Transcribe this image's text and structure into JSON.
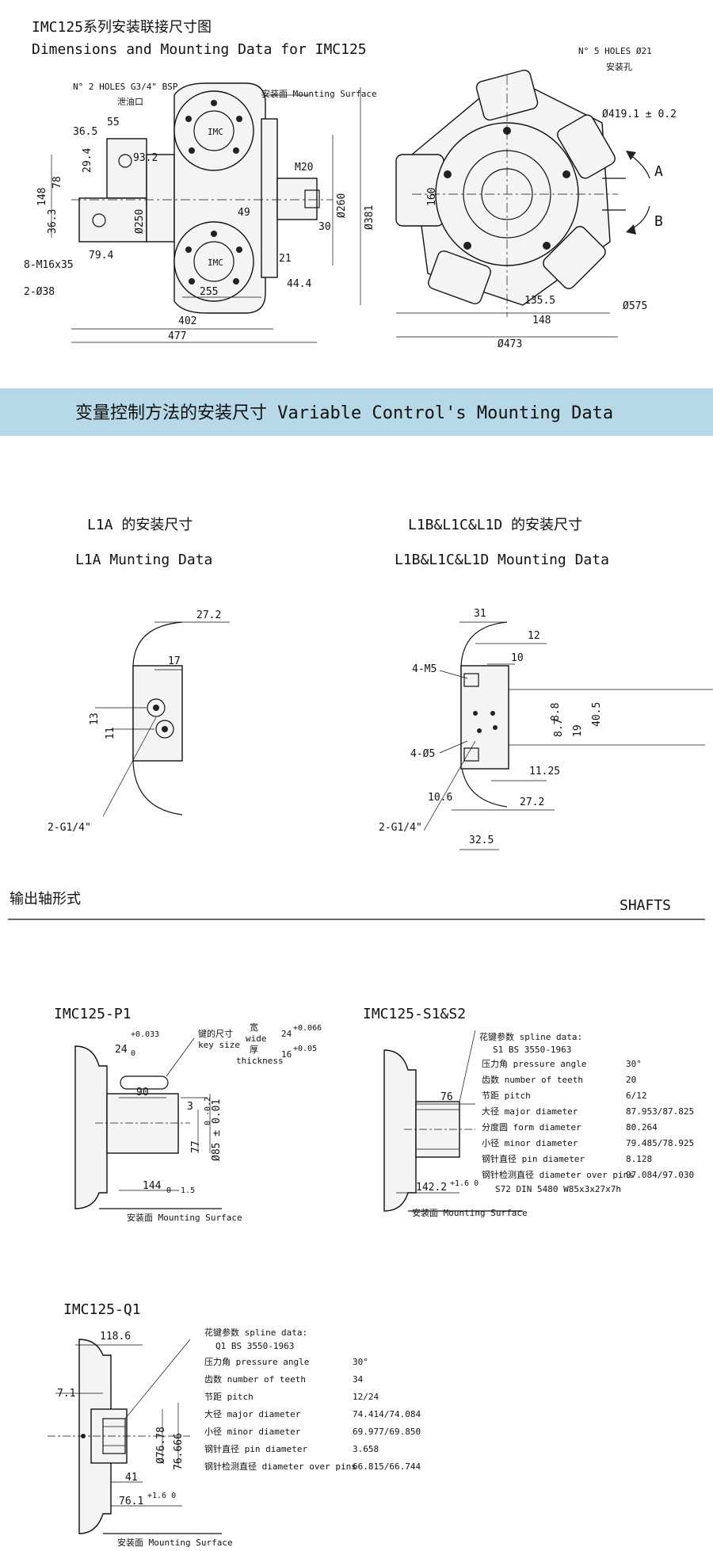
{
  "header": {
    "title_cn": "IMC125系列安装联接尺寸图",
    "title_en": "Dimensions and Mounting Data for IMC125"
  },
  "main_drawing": {
    "port_label": "N° 2  HOLES G3/4\" BSP",
    "port_cn": "泄油口",
    "mounting_surface": "安装面 Mounting Surface",
    "holes_label": "N° 5 HOLES Ø21",
    "holes_cn": "安装孔",
    "dims": {
      "d55": "55",
      "d365": "36.5",
      "d932": "93.2",
      "d148": "148",
      "d78": "78",
      "d294": "29.4",
      "d363": "36.3",
      "d250": "Ø250",
      "d794": "79.4",
      "m16": "8-M16x35",
      "d38": "2-Ø38",
      "m20": "M20",
      "d49": "49",
      "d30": "30",
      "d260": "Ø260",
      "d381": "Ø381",
      "d21": "21",
      "d444": "44.4",
      "d255": "255",
      "d402": "402",
      "d477": "477",
      "d160": "160",
      "d4191": "Ø419.1 ± 0.2",
      "d1355": "135.5",
      "d148b": "148",
      "d575": "Ø575",
      "d473": "Ø473",
      "arrow_a": "A",
      "arrow_b": "B"
    }
  },
  "banner": {
    "text": "变量控制方法的安装尺寸  Variable Control's Mounting Data",
    "color": "#b7d8e6"
  },
  "l1a": {
    "title_cn": "L1A 的安装尺寸",
    "title_en": "L1A Munting Data",
    "dims": {
      "d272": "27.2",
      "d17": "17",
      "d13": "13",
      "d11": "11",
      "port": "2-G1/4\""
    }
  },
  "l1b": {
    "title_cn": "L1B&L1C&L1D 的安装尺寸",
    "title_en": "L1B&L1C&L1D Mounting Data",
    "dims": {
      "d31": "31",
      "d12": "12",
      "d10": "10",
      "m5": "4-M5",
      "d88": "8.8",
      "d87": "8.7",
      "d19": "19",
      "d405": "40.5",
      "hole5": "4-Ø5",
      "d1125": "11.25",
      "d106": "10.6",
      "d272": "27.2",
      "port": "2-G1/4\"",
      "d325": "32.5"
    }
  },
  "shafts": {
    "title_cn": "输出轴形式",
    "title_en": "SHAFTS",
    "p1": {
      "name": "IMC125-P1",
      "d24": "24",
      "d24_tol": "+0.033",
      "d24_tol2": "0",
      "key_cn": "键的尺寸",
      "key_en": "key size",
      "wide_cn": "宽",
      "wide_en": "wide",
      "wide_val": "24",
      "wide_tol": "+0.066",
      "thick_cn": "厚",
      "thick_en": "thickness",
      "thick_val": "16",
      "thick_tol": "+0.05",
      "d90": "90",
      "d3": "3",
      "d77": "77",
      "d77_tol": "0 -0.2",
      "d85": "Ø85 ± 0.01",
      "d144": "144",
      "d144_tol": "0 -1.5",
      "mounting_surface": "安装面 Mounting Surface"
    },
    "s1s2": {
      "name": "IMC125-S1&S2",
      "d76": "76",
      "d1422": "142.2",
      "d1422_tol": "+1.6 0",
      "mounting_surface": "安装面 Mounting Surface",
      "spline_title": "花键参数 spline data:",
      "standard": "S1 BS 3550-1963",
      "rows": [
        {
          "label": "压力角 pressure angle",
          "value": "30°"
        },
        {
          "label": "齿数 number of teeth",
          "value": "20"
        },
        {
          "label": "节距 pitch",
          "value": "6/12"
        },
        {
          "label": "大径 major diameter",
          "value": "87.953/87.825"
        },
        {
          "label": "分度圆 form diameter",
          "value": "80.264"
        },
        {
          "label": "小径 minor diameter",
          "value": "79.485/78.925"
        },
        {
          "label": "钢针直径 pin diameter",
          "value": "8.128"
        },
        {
          "label": "钢针检测直径 diameter over pins",
          "value": "97.084/97.030"
        }
      ],
      "din": "S72 DIN 5480 W85x3x27x7h"
    },
    "q1": {
      "name": "IMC125-Q1",
      "d1186": "118.6",
      "d71": "7.1",
      "d7678": "Ø76.78",
      "d76666": "76.666",
      "d41": "41",
      "d761": "76.1",
      "d761_tol": "+1.6 0",
      "mounting_surface": "安装面 Mounting Surface",
      "spline_title": "花键参数 spline data:",
      "standard": "Q1 BS 3550-1963",
      "rows": [
        {
          "label": "压力角 pressure angle",
          "value": "30°"
        },
        {
          "label": "齿数 number of teeth",
          "value": "34"
        },
        {
          "label": "节距 pitch",
          "value": "12/24"
        },
        {
          "label": "大径 major diameter",
          "value": "74.414/74.084"
        },
        {
          "label": "小径 minor diameter",
          "value": "69.977/69.850"
        },
        {
          "label": "钢针直径 pin diameter",
          "value": "3.658"
        },
        {
          "label": "钢针检测直径 diameter over pins",
          "value": "66.815/66.744"
        }
      ]
    }
  }
}
